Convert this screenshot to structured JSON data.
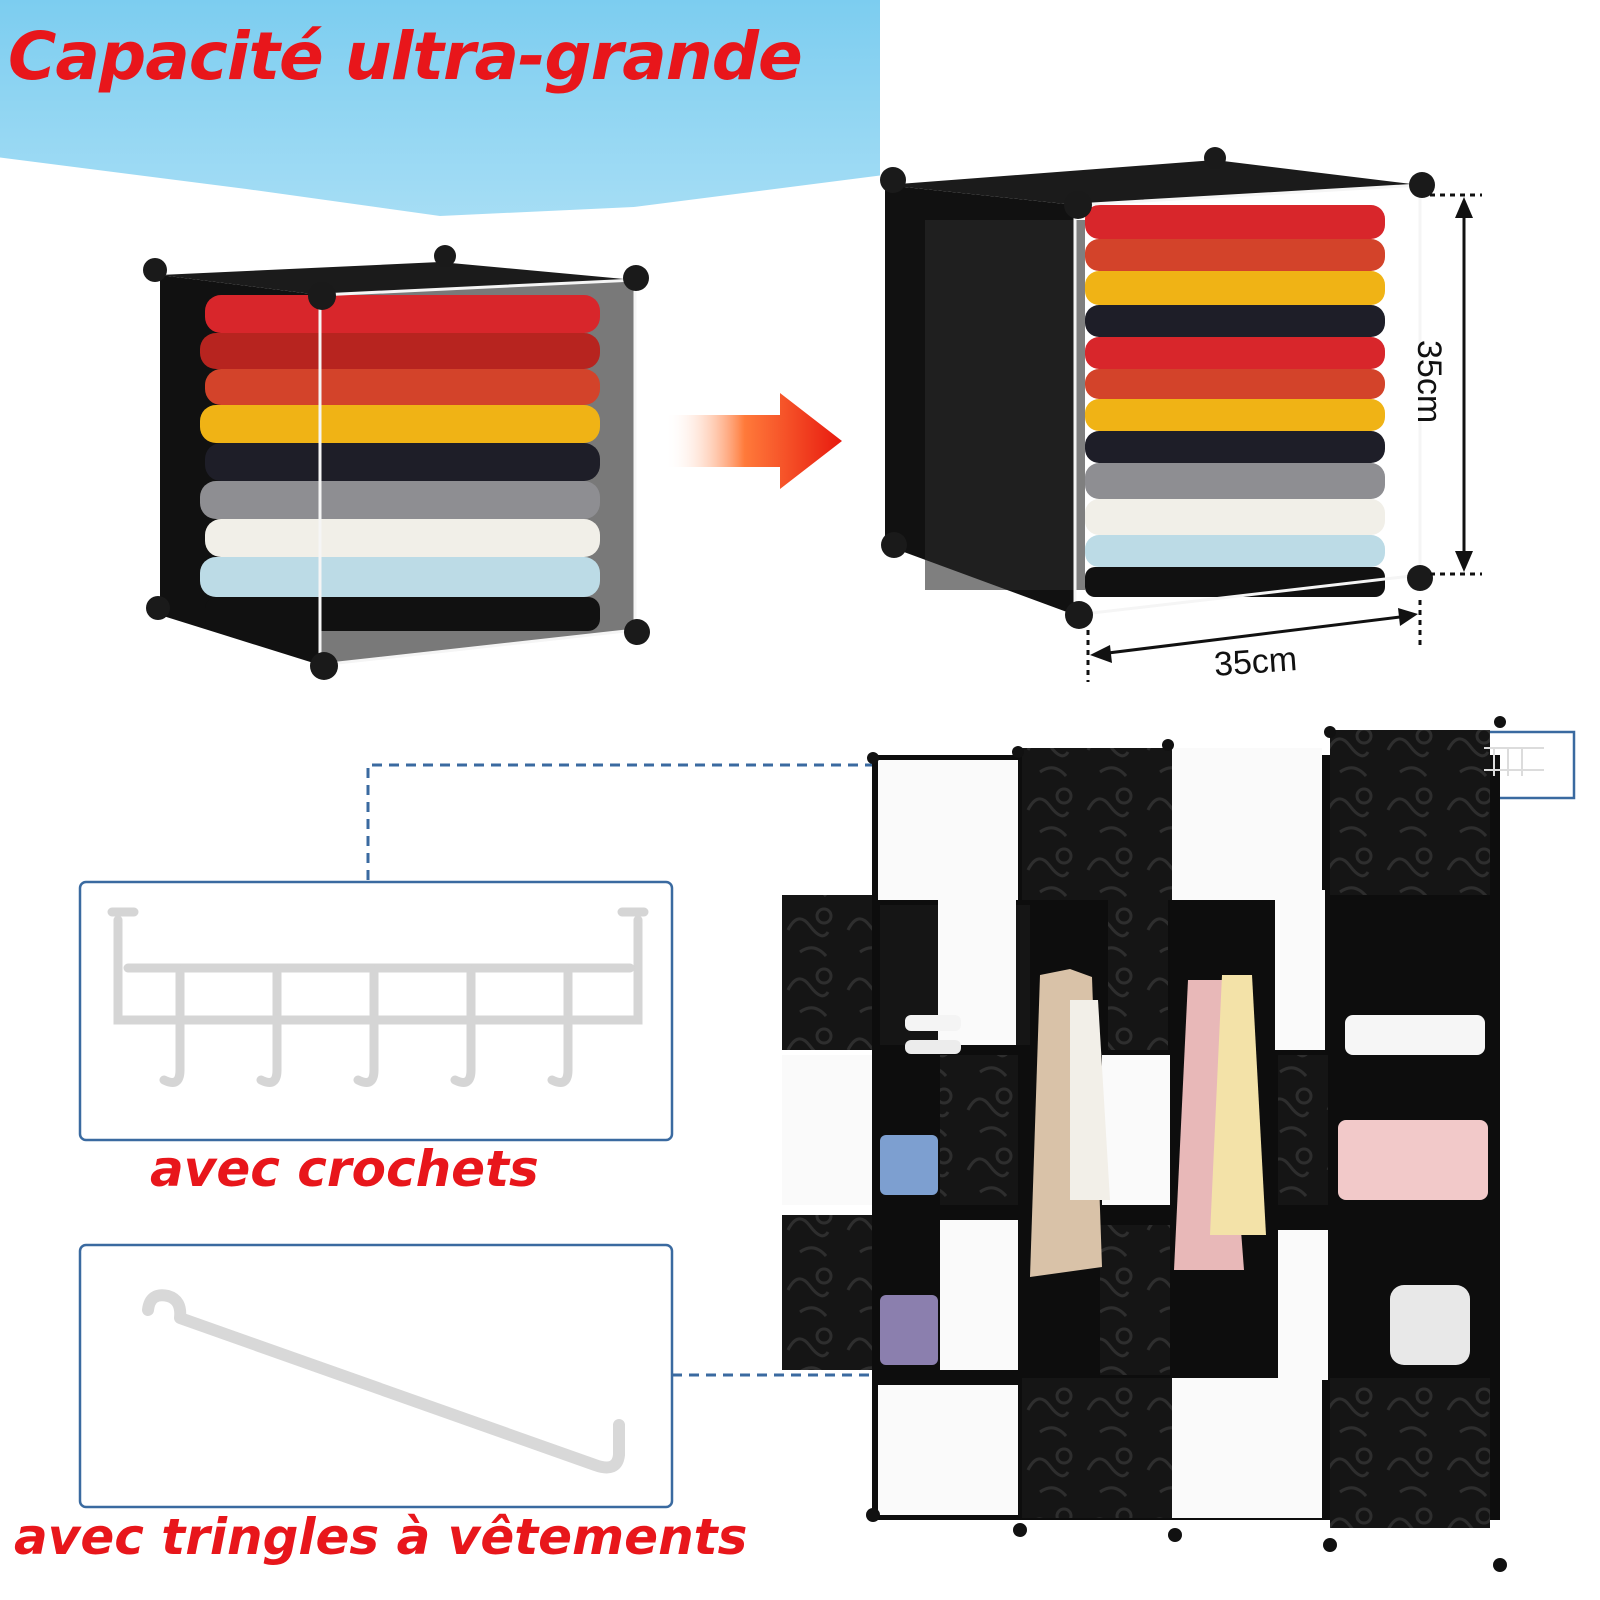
{
  "headline": "Capacité ultra-grande",
  "dimensions": {
    "height": "35cm",
    "width": "35cm"
  },
  "features": [
    {
      "caption": "avec crochets",
      "icon": "door-hook-rack-icon"
    },
    {
      "caption": "avec tringles à vêtements",
      "icon": "hanging-rod-icon"
    }
  ],
  "colors": {
    "headline": "#e8161b",
    "banner": "#8fd4f2",
    "cube": "#151515",
    "callout": "#3a6aa0"
  }
}
